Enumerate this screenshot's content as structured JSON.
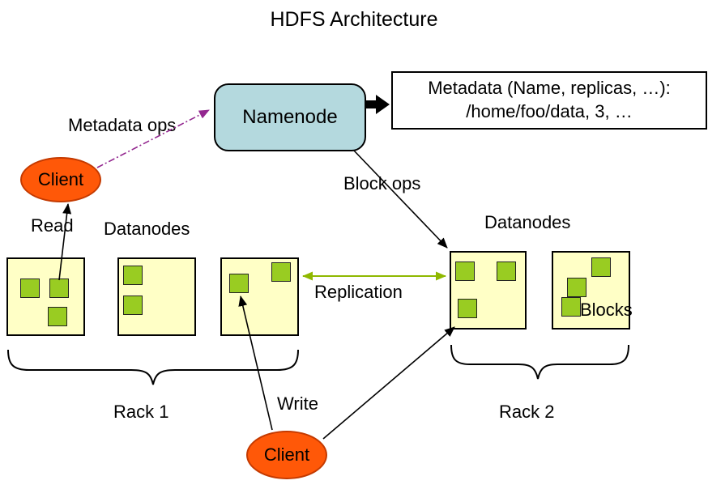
{
  "title": "HDFS Architecture",
  "namenode_label": "Namenode",
  "metadata_box": {
    "line1": "Metadata (Name, replicas, …):",
    "line2": "/home/foo/data, 3, …"
  },
  "client_left": "Client",
  "client_bottom": "Client",
  "labels": {
    "metadata_ops": "Metadata ops",
    "block_ops": "Block ops",
    "read": "Read",
    "write": "Write",
    "replication": "Replication",
    "datanodes_left": "Datanodes",
    "datanodes_right": "Datanodes",
    "blocks": "Blocks",
    "rack1": "Rack 1",
    "rack2": "Rack 2"
  },
  "colors": {
    "namenode_fill": "#b4d9de",
    "client_fill": "#ff5808",
    "datanode_fill": "#ffffc6",
    "block_fill": "#99cc22",
    "replication_arrow": "#8fb800",
    "metadata_ops_arrow": "#93278f",
    "arrow_black": "#000000"
  }
}
